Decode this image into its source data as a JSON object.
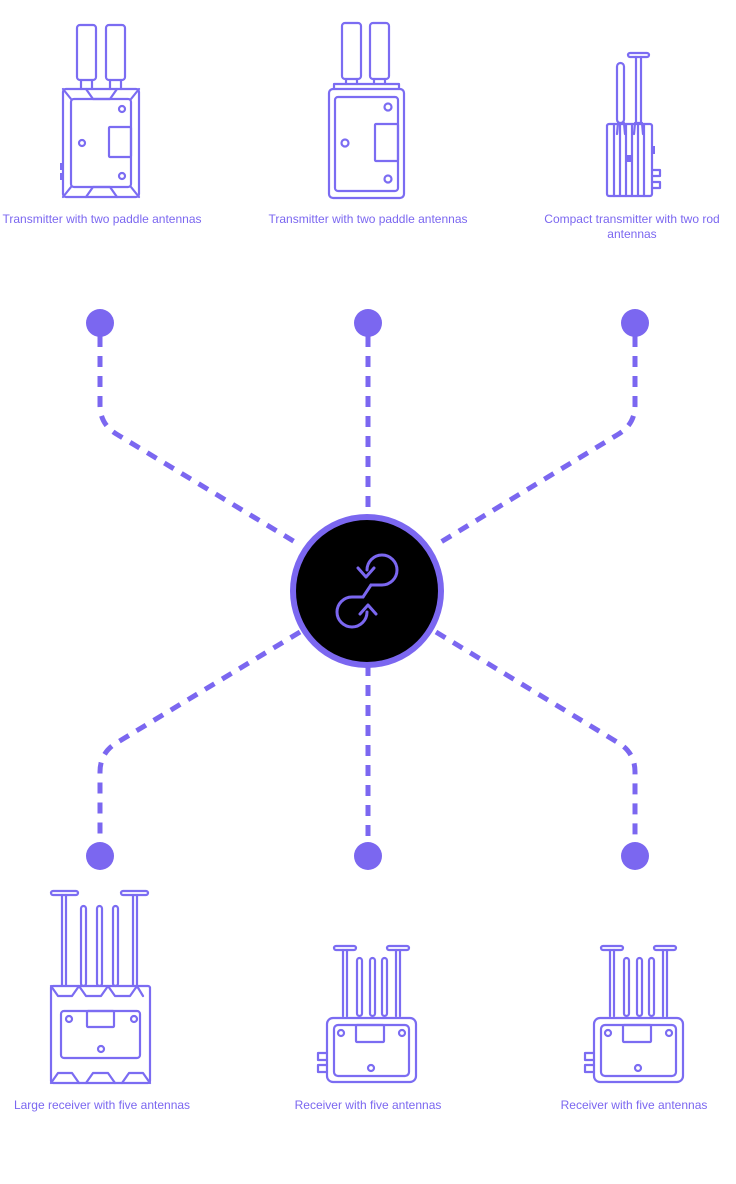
{
  "diagram": {
    "accent_color": "#7b67f0",
    "hub": {
      "icon": "loop-sync-icon",
      "fill_color": "#000000"
    },
    "devices_top": [
      {
        "id": "tx-dual-antenna-hex",
        "label": "Transmitter with two paddle antennas"
      },
      {
        "id": "tx-dual-antenna",
        "label": "Transmitter with two paddle antennas"
      },
      {
        "id": "tx-compact",
        "label": "Compact transmitter with two rod antennas"
      }
    ],
    "devices_bottom": [
      {
        "id": "rx-five-antenna-large",
        "label": "Large receiver with five antennas"
      },
      {
        "id": "rx-five-antenna",
        "label": "Receiver with five antennas"
      },
      {
        "id": "rx-five-antenna-2",
        "label": "Receiver with five antennas"
      }
    ],
    "connections": [
      {
        "from": "tx-dual-antenna-hex",
        "to": "hub",
        "style": "dashed"
      },
      {
        "from": "tx-dual-antenna",
        "to": "hub",
        "style": "dashed"
      },
      {
        "from": "tx-compact",
        "to": "hub",
        "style": "dashed"
      },
      {
        "from": "rx-five-antenna-large",
        "to": "hub",
        "style": "dashed"
      },
      {
        "from": "rx-five-antenna",
        "to": "hub",
        "style": "dashed"
      },
      {
        "from": "rx-five-antenna-2",
        "to": "hub",
        "style": "dashed"
      }
    ]
  }
}
